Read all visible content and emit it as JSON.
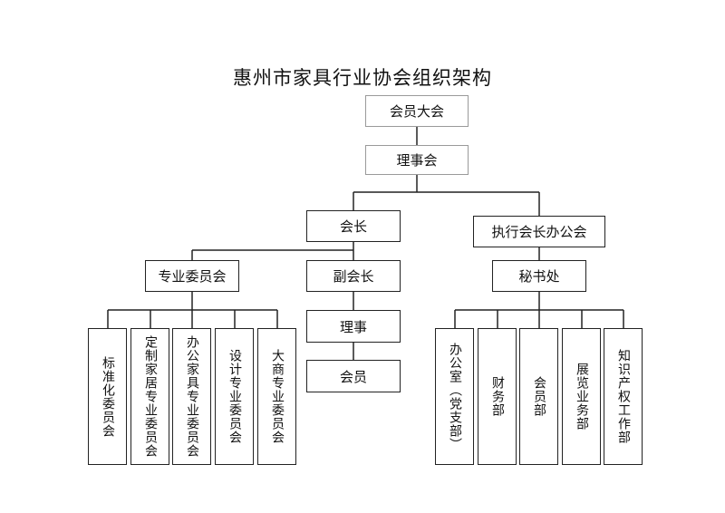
{
  "title": "惠州市家具行业协会组织架构",
  "nodes": {
    "members_assembly": "会员大会",
    "council": "理事会",
    "president": "会长",
    "executive_office": "执行会长办公会",
    "special_committees": "专业委员会",
    "vice_president": "副会长",
    "secretariat": "秘书处",
    "director": "理事",
    "member": "会员"
  },
  "committees": [
    "标准化委员会",
    "定制家居专业委员会",
    "办公家具专业委员会",
    "设计专业委员会",
    "大商专业委员会"
  ],
  "departments": [
    "办公室（党支部）",
    "财务部",
    "会员部",
    "展览业务部",
    "知识产权工作部"
  ]
}
